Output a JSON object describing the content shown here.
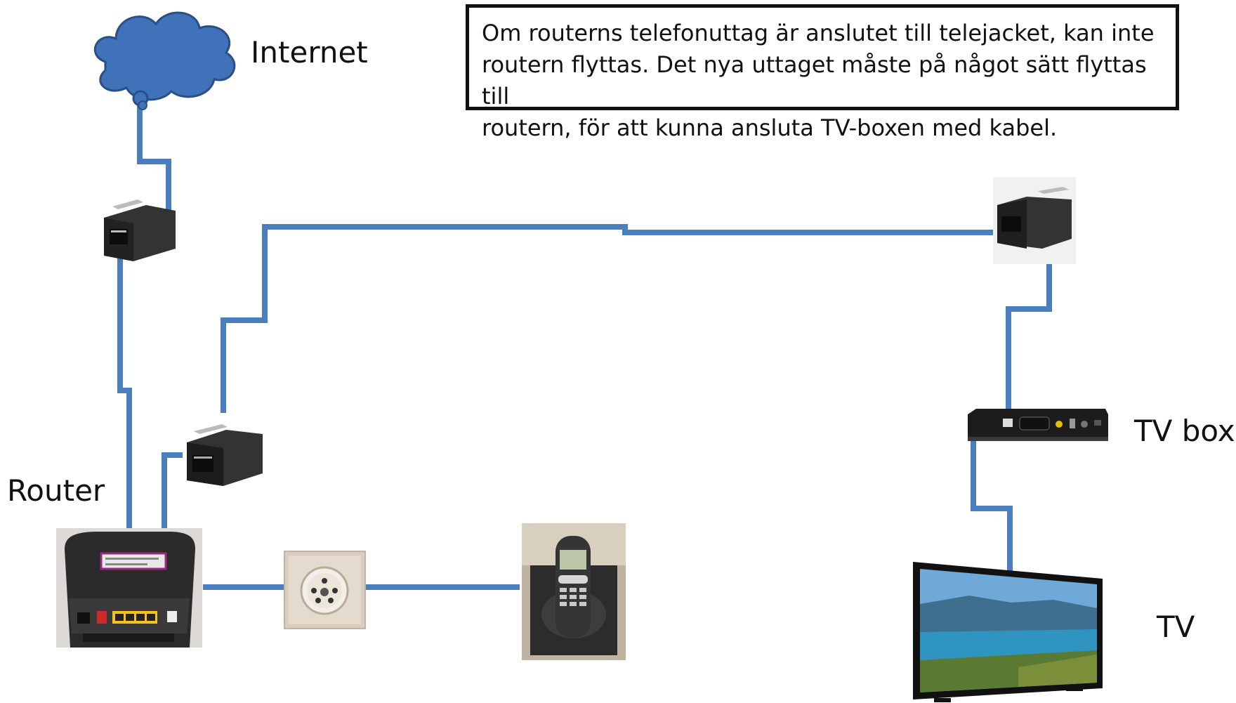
{
  "labels": {
    "internet": "Internet",
    "router": "Router",
    "tv_box": "TV box",
    "tv": "TV"
  },
  "note": {
    "lines": [
      "Om routerns telefonuttag är anslutet till telejacket, kan inte",
      "routern flyttas. Det nya uttaget måste på något sätt flyttas till",
      "routern, för att kunna ansluta TV-boxen med kabel."
    ]
  },
  "icons": [
    "cloud-icon",
    "ethernet-coupler-icon",
    "router-icon",
    "phone-jack-icon",
    "cordless-phone-icon",
    "tv-box-icon",
    "tv-icon"
  ],
  "colors": {
    "cable": "#4a7ebf",
    "cloud_fill": "#3f72b8",
    "cloud_stroke": "#2a4f86",
    "text": "#111111"
  }
}
